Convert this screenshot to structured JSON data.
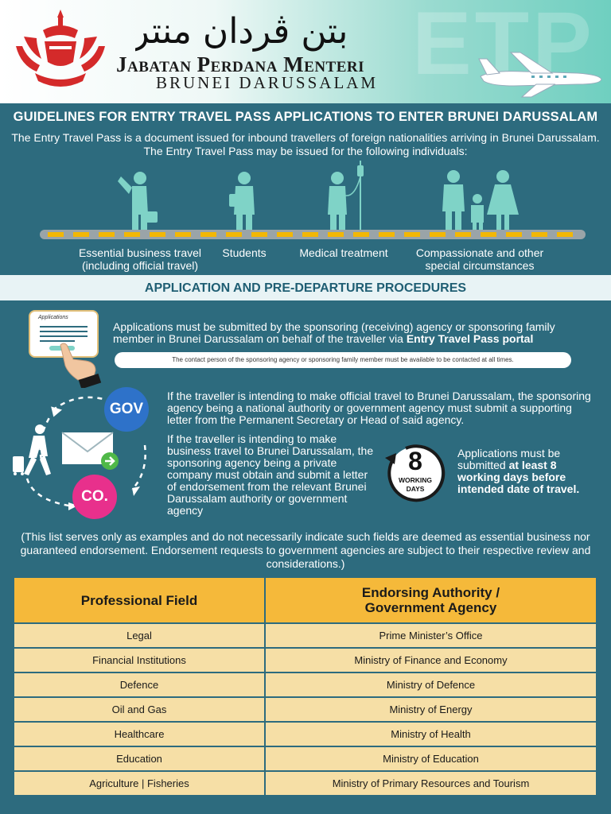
{
  "header": {
    "arabic_title": "جابتن ڤردان منتري",
    "org_name": "Jabatan Perdana Menteri",
    "org_sub": "BRUNEI DARUSSALAM",
    "logo_text": "ETP"
  },
  "title": "GUIDELINES FOR ENTRY TRAVEL PASS APPLICATIONS TO ENTER BRUNEI DARUSSALAM",
  "intro": [
    "The Entry Travel Pass is a document issued for inbound travellers of foreign nationalities arriving in Brunei Darussalam.",
    "The Entry Travel Pass may be issued for the following individuals:"
  ],
  "categories": [
    [
      "Essential business travel",
      "(including official travel)"
    ],
    [
      "Students"
    ],
    [
      "Medical treatment"
    ],
    [
      "Compassionate and other",
      "special circumstances"
    ]
  ],
  "section_title": "APPLICATION AND PRE-DEPARTURE PROCEDURES",
  "procedures": {
    "applications_card_label": "Applications",
    "submit_text": "Applications must be submitted by the sponsoring (receiving) agency or sponsoring family member in Brunei Darussalam on behalf of the traveller via",
    "portal_link": "Entry Travel Pass portal",
    "contact_note": "The contact person of the sponsoring agency or sponsoring family member must be available to be contacted at all times.",
    "gov_label": "GOV",
    "co_label": "CO.",
    "official_travel_text": "If the traveller is intending to make official travel to Brunei Darussalam, the sponsoring agency being a national authority or government agency must submit a supporting letter from the Permanent Secretary or Head of said agency.",
    "business_travel_text": "If the traveller is intending to make business travel to Brunei Darussalam, the sponsoring agency being a private company must obtain and submit a letter of endorsement from the relevant Brunei Darussalam authority or government agency",
    "badge_number": "8",
    "badge_line1": "WORKING",
    "badge_line2": "DAYS",
    "deadline_prefix": "Applications must be submitted",
    "deadline_bold": "at least 8 working days before intended date of travel."
  },
  "note": "(This list serves only as examples and do not necessarily indicate such fields are deemed as essential business nor guaranteed endorsement. Endorsement requests to government agencies are subject to their respective review and considerations.)",
  "table": {
    "headers": [
      "Professional Field",
      "Endorsing Authority / Government Agency"
    ],
    "rows": [
      [
        "Legal",
        "Prime Minister’s Office"
      ],
      [
        "Financial Institutions",
        "Ministry of Finance and Economy"
      ],
      [
        "Defence",
        "Ministry of Defence"
      ],
      [
        "Oil and Gas",
        "Ministry of Energy"
      ],
      [
        "Healthcare",
        "Ministry of Health"
      ],
      [
        "Education",
        "Ministry of Education"
      ],
      [
        "Agriculture | Fisheries",
        "Ministry of Primary Resources and Tourism"
      ]
    ]
  },
  "colors": {
    "background": "#2d6b7e",
    "header_cell": "#f5b93a",
    "body_cell": "#f6dfa6",
    "figures": "#7fd3c7",
    "gov": "#2e72c9",
    "co": "#e8308c"
  }
}
